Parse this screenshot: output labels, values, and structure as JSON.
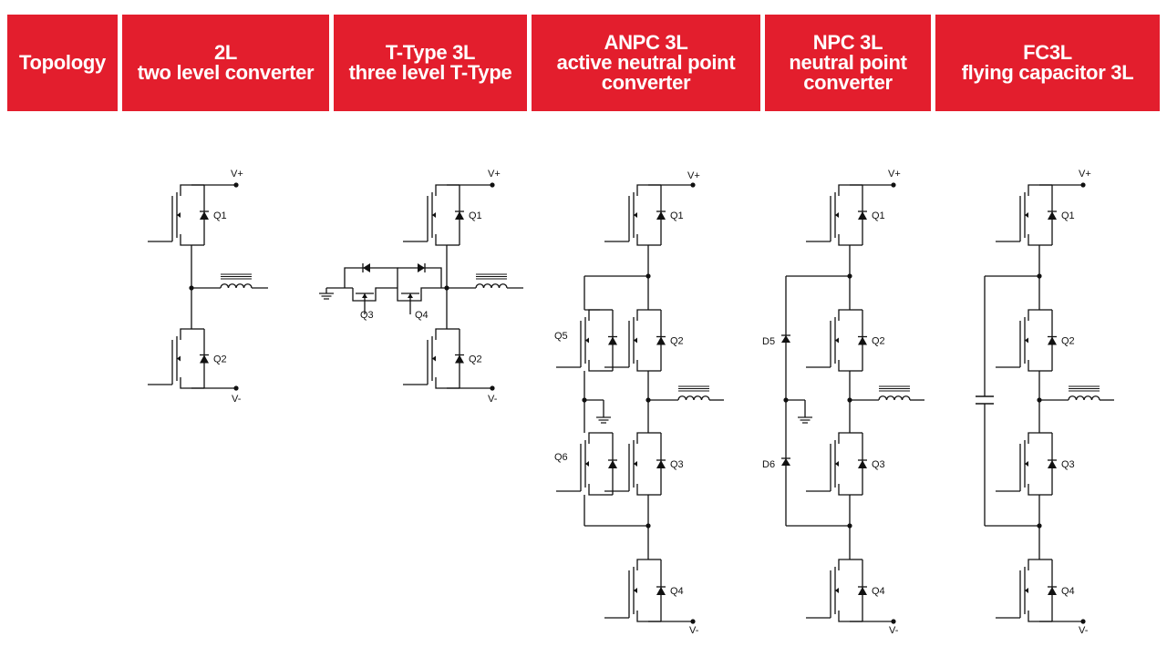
{
  "header": {
    "topology_label": "Topology",
    "columns": [
      {
        "title": "2L",
        "subtitle": "two level converter",
        "subtitle2": ""
      },
      {
        "title": "T-Type 3L",
        "subtitle": "three level T-Type",
        "subtitle2": ""
      },
      {
        "title": "ANPC 3L",
        "subtitle": "active neutral point",
        "subtitle2": "converter"
      },
      {
        "title": "NPC 3L",
        "subtitle": "neutral point",
        "subtitle2": "converter"
      },
      {
        "title": "FC3L",
        "subtitle": "flying capacitor 3L",
        "subtitle2": ""
      }
    ]
  },
  "labels": {
    "vplus": "V+",
    "vminus": "V-",
    "q1": "Q1",
    "q2": "Q2",
    "q3": "Q3",
    "q4": "Q4",
    "q5": "Q5",
    "q6": "Q6",
    "d5": "D5",
    "d6": "D6"
  },
  "colors": {
    "header_bg": "#e31e2d",
    "header_text": "#ffffff",
    "wire": "#111111"
  }
}
